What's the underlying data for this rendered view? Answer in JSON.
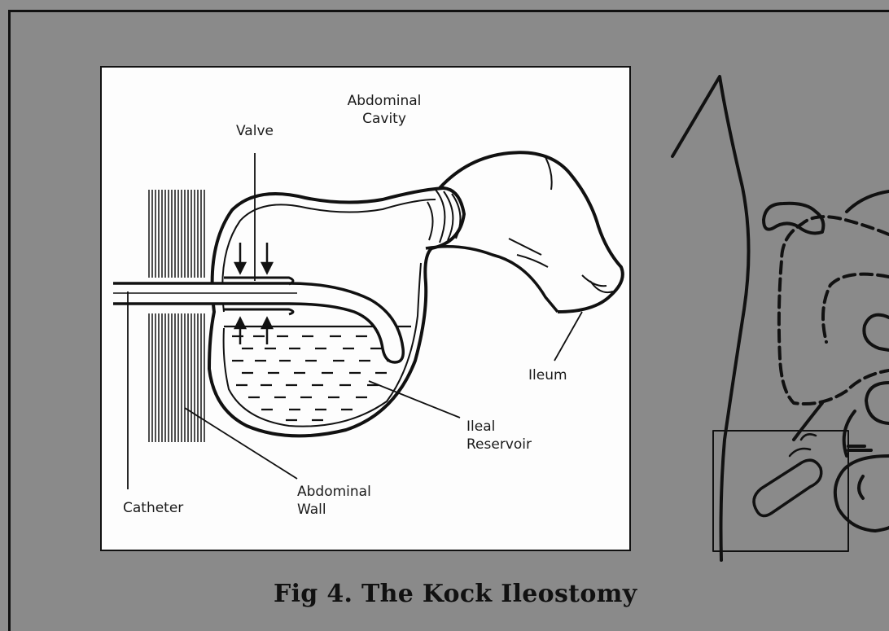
{
  "figure": {
    "caption": "Fig 4.  The Kock Ileostomy",
    "labels": {
      "abdominal_cavity_line1": "Abdominal",
      "abdominal_cavity_line2": "Cavity",
      "valve": "Valve",
      "ileum": "Ileum",
      "ileal_reservoir_line1": "Ileal",
      "ileal_reservoir_line2": "Reservoir",
      "abdominal_wall_line1": "Abdominal",
      "abdominal_wall_line2": "Wall",
      "catheter": "Catheter"
    }
  },
  "colors": {
    "page_background": "#8e8e8e",
    "panel_background": "#fdfdfd",
    "ink": "#111111"
  }
}
